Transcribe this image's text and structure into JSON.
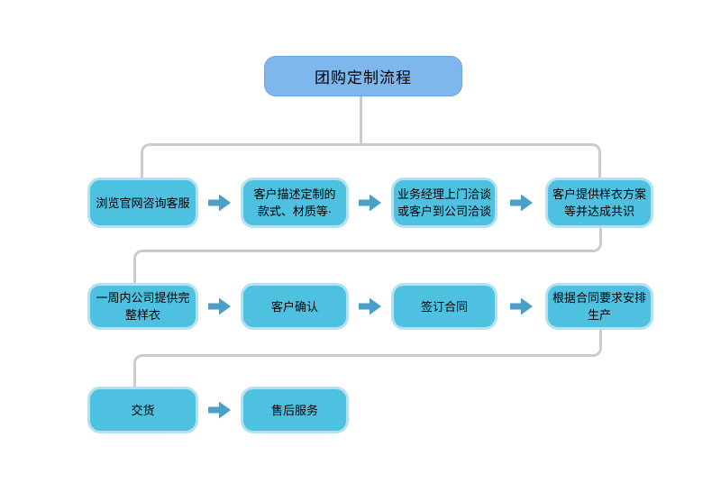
{
  "title": "团购定制流程",
  "rows": [
    {
      "boxes": [
        "浏览官网咨询客服",
        "客户描述定制的\n款式、材质等·",
        "业务经理上门洽谈\n或客户到公司洽谈",
        "客户提供样衣方案\n等并达成共识"
      ]
    },
    {
      "boxes": [
        "一周内公司提供完\n整样衣",
        "客户确认",
        "签订合同",
        "根据合同要求安排\n生产"
      ]
    },
    {
      "boxes": [
        "交货",
        "售后服务"
      ]
    }
  ],
  "colors": {
    "title_fill": "#7EB7EC",
    "title_border": "#6FA6DE",
    "box_fill": "#4EC0E0",
    "box_border": "#B2E2F1",
    "arrow": "#4AA0C6",
    "connector": "#CBCBCB"
  }
}
